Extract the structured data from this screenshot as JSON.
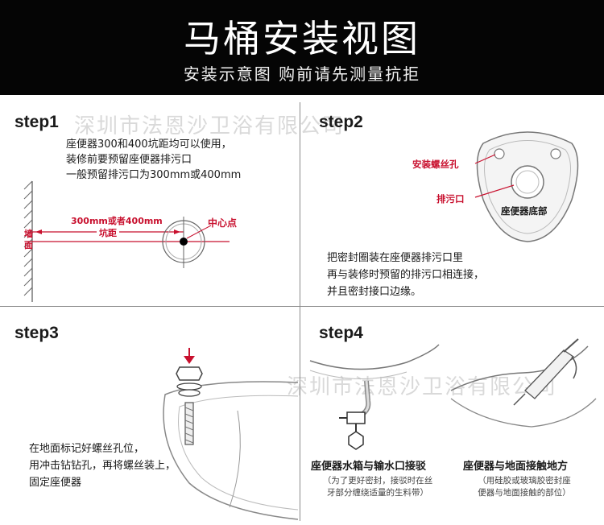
{
  "header": {
    "title": "马桶安装视图",
    "subtitle": "安装示意图  购前请先测量抗拒"
  },
  "watermark": "深圳市法恩沙卫浴有限公司",
  "step1": {
    "label": "step1",
    "lines": [
      "座便器300和400坑距均可以使用，",
      "装修前要预留座便器排污口",
      "一般预留排污口为300mm或400mm"
    ],
    "distance_label": "300mm或者400mm",
    "pit_label": "坑距",
    "center_label": "中心点",
    "wall_label": [
      "墙",
      "面"
    ]
  },
  "step2": {
    "label": "step2",
    "hole_label": "安装螺丝孔",
    "outlet_label": "排污口",
    "base_label": "座便器底部",
    "lines": [
      "把密封圈装在座便器排污口里",
      "再与装修时预留的排污口相连接，",
      "并且密封接口边缘。"
    ]
  },
  "step3": {
    "label": "step3",
    "lines": [
      "在地面标记好螺丝孔位，",
      "用冲击钻钻孔，再将螺丝装上，",
      "固定座便器"
    ]
  },
  "step4": {
    "label": "step4",
    "left": {
      "title": "座便器水箱与输水口接驳",
      "notes": [
        "（为了更好密封，接驳时在丝",
        "牙部分缠绕适量的生料带）"
      ]
    },
    "right": {
      "title": "座便器与地面接触地方",
      "notes": [
        "（用硅胶或玻璃胶密封座",
        "便器与地面接触的部位）"
      ]
    }
  },
  "colors": {
    "header_bg": "#050505",
    "accent_red": "#c8102e"
  }
}
